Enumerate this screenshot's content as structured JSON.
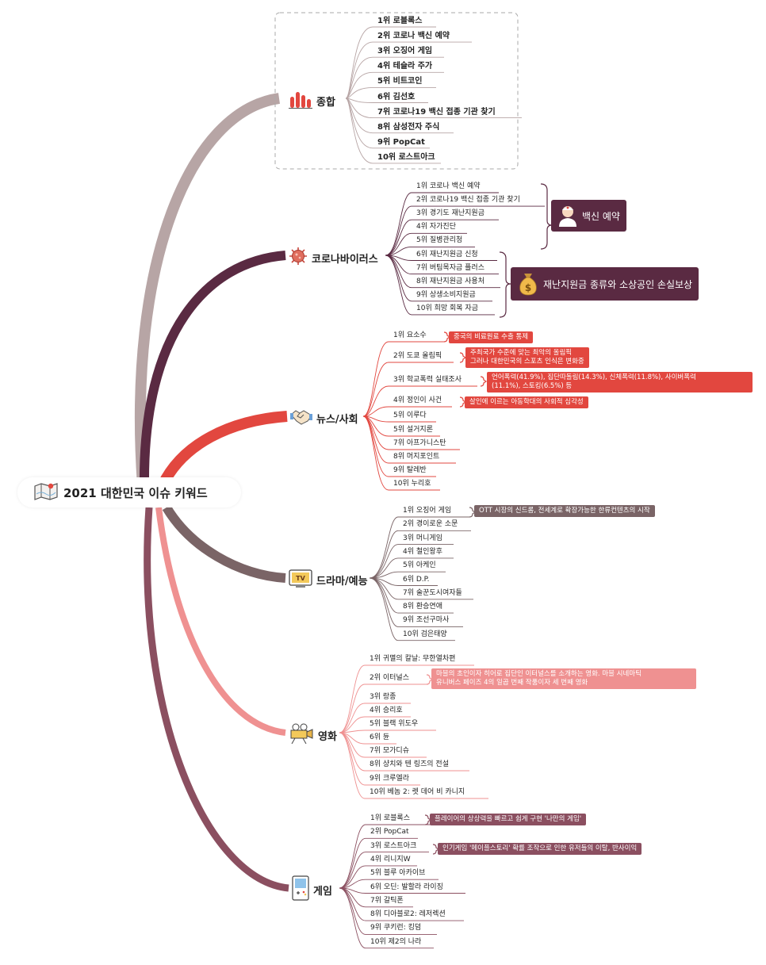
{
  "root": {
    "label": "2021 대한민국 이슈 키워드",
    "icon": "map-icon"
  },
  "colors": {
    "general": "#b7a5a5",
    "corona": "#5a2a42",
    "news": "#e2473f",
    "drama": "#7a6466",
    "movie": "#ef9191",
    "game": "#8b4f60"
  },
  "branches": {
    "general": {
      "label": "종합",
      "icon": "bar-chart-icon",
      "items": [
        "1위 로블록스",
        "2위 코로나 백신 예약",
        "3위 오징어 게임",
        "4위 테슬라 주가",
        "5위 비트코인",
        "6위 김선호",
        "7위 코로나19 백신 접종 기관 찾기",
        "8위 삼성전자 주식",
        "9위 PopCat",
        "10위 로스트아크"
      ]
    },
    "corona": {
      "label": "코로나바이러스",
      "icon": "virus-icon",
      "items": [
        "1위 코로나 백신 예약",
        "2위 코로나19 백신 접종 기관 찾기",
        "3위 경기도 재난지원금",
        "4위 자가진단",
        "5위 질병관리청",
        "6위 재난지원금 신청",
        "7위 버팀목자금 플러스",
        "8위 재난지원금 사용처",
        "9위 상생소비지원금",
        "10위 희망 회복 자금"
      ],
      "callouts": [
        "백신 예약",
        "재난지원금 종류와 소상공인 손실보상"
      ]
    },
    "news": {
      "label": "뉴스/사회",
      "icon": "handshake-icon",
      "items": [
        "1위 요소수",
        "2위 도쿄 올림픽",
        "3위 학교폭력 실태조사",
        "4위 정인이 사건",
        "5위 이루다",
        "5위 설거지론",
        "7위 아프가니스탄",
        "8위 머지포인트",
        "9위 탈레반",
        "10위 누리호"
      ],
      "notes": [
        [
          "중국의 비료원료 수출 통제"
        ],
        [
          "주최국가 수준에 맞는 최악의 올림픽",
          "그러나 대한민국의 스포츠 인식은 변화중"
        ],
        [
          "언어폭력(41.9%), 집단따돌림(14.3%), 신체폭력(11.8%), 사이버폭력",
          "(11.1%), 스토킹(6.5%) 등"
        ],
        [
          "살인에 이르는 아동학대의 사회적 심각성"
        ]
      ]
    },
    "drama": {
      "label": "드라마/예능",
      "icon": "tv-icon",
      "items": [
        "1위 오징어 게임",
        "2위 경이로운 소문",
        "3위 머니게임",
        "4위 철인왕후",
        "5위 아케인",
        "6위 D.P.",
        "7위 술꾼도시여자들",
        "8위 환승연애",
        "9위 조선구마사",
        "10위 검은태양"
      ],
      "notes": [
        [
          "OTT 시장의 신드롬, 전세계로 확장가능한 한류컨텐츠의 시작"
        ]
      ]
    },
    "movie": {
      "label": "영화",
      "icon": "movie-camera-icon",
      "items": [
        "1위 귀멸의 칼날: 무한열차편",
        "2위 이터널스",
        "3위 랑종",
        "4위 승리호",
        "5위 블랙 위도우",
        "6위 듄",
        "7위 모가디슈",
        "8위 샹치와 텐 링즈의 전설",
        "9위 크루엘라",
        "10위 베놈 2: 렛 데어 비 카니지"
      ],
      "notes": [
        [
          "마블의 초인이자 히어로 집단인 이터널스를 소개하는 영화. 마블 시네마틱",
          "유니버스 페이즈 4의 일곱 번째 작품이자 세 번째 영화"
        ]
      ]
    },
    "game": {
      "label": "게임",
      "icon": "gameboy-icon",
      "items": [
        "1위 로블록스",
        "2위 PopCat",
        "3위 로스트아크",
        "4위 리니지W",
        "5위 블루 아카이브",
        "6위 오딘: 발할라 라이징",
        "7위 갈틱폰",
        "8위 디아블로2: 레저렉션",
        "9위 쿠키런: 킹덤",
        "10위 제2의 나라"
      ],
      "notes": [
        [
          "플레이어의 상상력을 빠르고 쉽게 구현 '나만의 게임'"
        ],
        [
          "인기게임 '메이플스토리' 확률 조작으로 인한 유저들의 이탈, 반사이익"
        ]
      ]
    }
  }
}
